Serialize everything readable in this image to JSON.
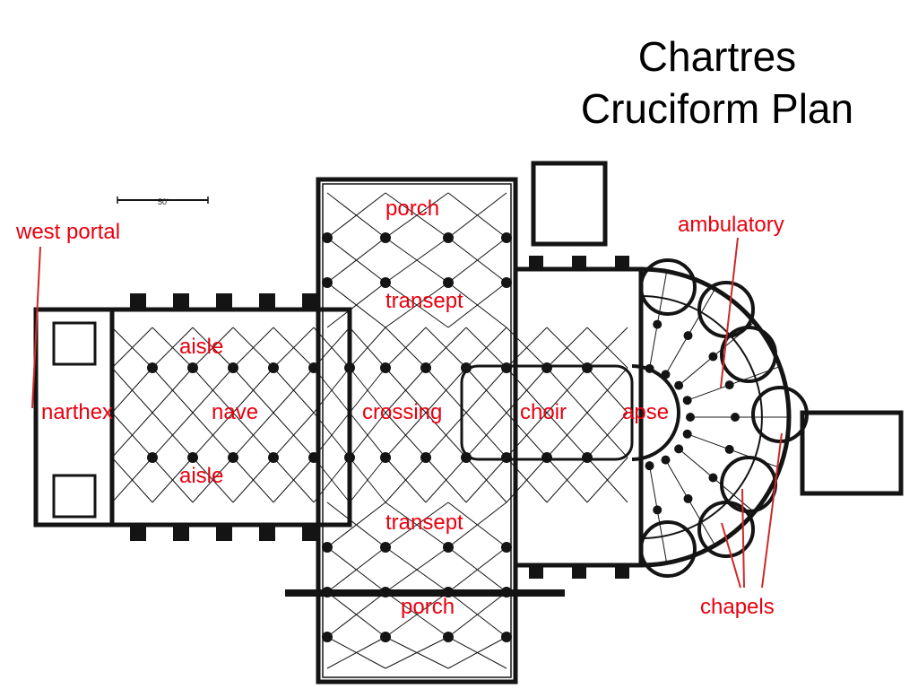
{
  "slide": {
    "title_line1": "Chartres",
    "title_line2": "Cruciform Plan"
  },
  "scale_bar": {
    "label": "50'"
  },
  "labels": {
    "west_portal": "west portal",
    "porch_north": "porch",
    "porch_south": "porch",
    "ambulatory": "ambulatory",
    "transept_north": "transept",
    "transept_south": "transept",
    "aisle_north": "aisle",
    "aisle_south": "aisle",
    "narthex": "narthex",
    "nave": "nave",
    "crossing": "crossing",
    "choir": "choir",
    "apse": "apse",
    "chapels": "chapels"
  },
  "colors": {
    "label": "#e8000e",
    "leader": "#cc2a2a",
    "ink": "#141414",
    "background": "#ffffff"
  }
}
